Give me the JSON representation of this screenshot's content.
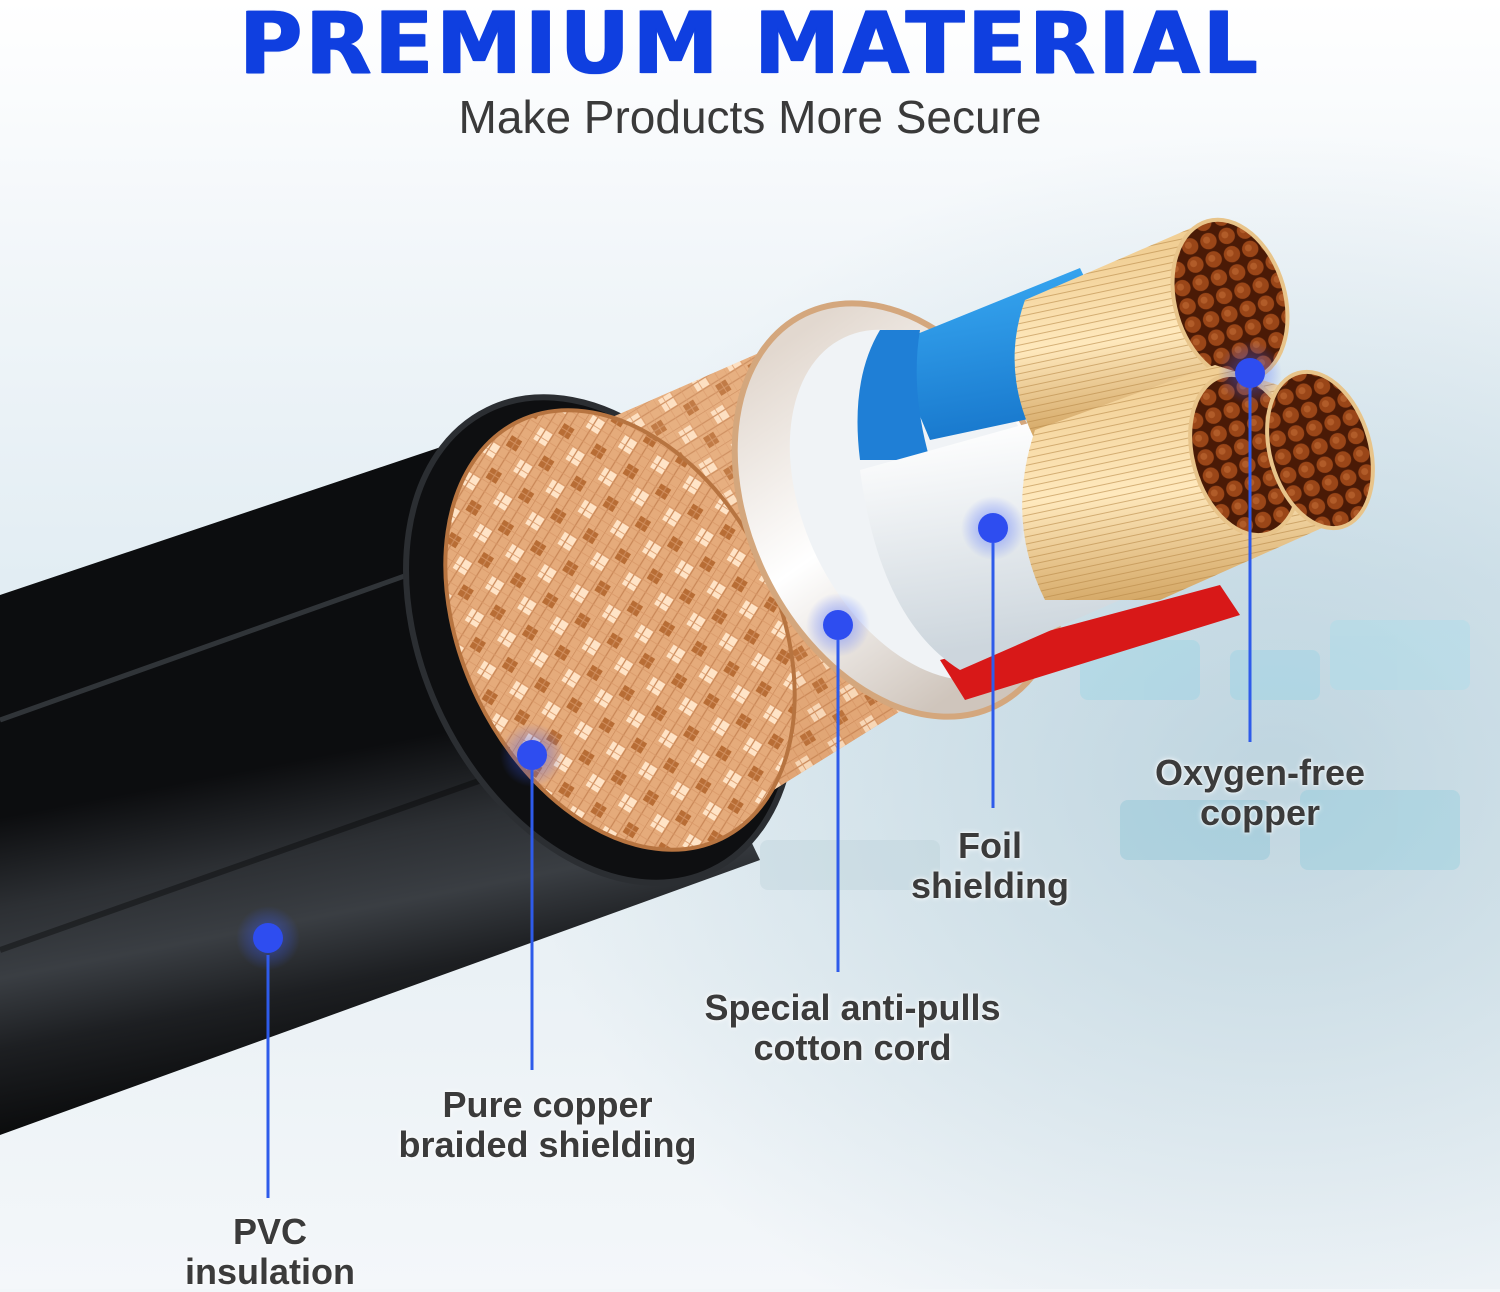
{
  "header": {
    "title": "PREMIUM MATERIAL",
    "subtitle": "Make Products More Secure"
  },
  "colors": {
    "title_blue": "#0f3fe0",
    "marker_blue": "#2e4df0",
    "jacket_black": "#1a1c1f",
    "copper_braid": "#e2a878",
    "conductor_copper": "#8e3a12",
    "insulation_blue": "#1e88e0",
    "insulation_red": "#d81818",
    "insulation_white": "#eef2f5",
    "text_gray": "#3b3b3b"
  },
  "components": [
    {
      "line1": "PVC",
      "line2": "insulation",
      "icon": "pvc-insulation-marker"
    },
    {
      "line1": "Pure copper",
      "line2": "braided shielding",
      "icon": "braided-shielding-marker"
    },
    {
      "line1": "Special anti-pulls",
      "line2": "cotton cord",
      "icon": "cotton-cord-marker"
    },
    {
      "line1": "Foil",
      "line2": "shielding",
      "icon": "foil-shielding-marker"
    },
    {
      "line1": "Oxygen-free",
      "line2": "copper",
      "icon": "copper-conductor-marker"
    }
  ]
}
